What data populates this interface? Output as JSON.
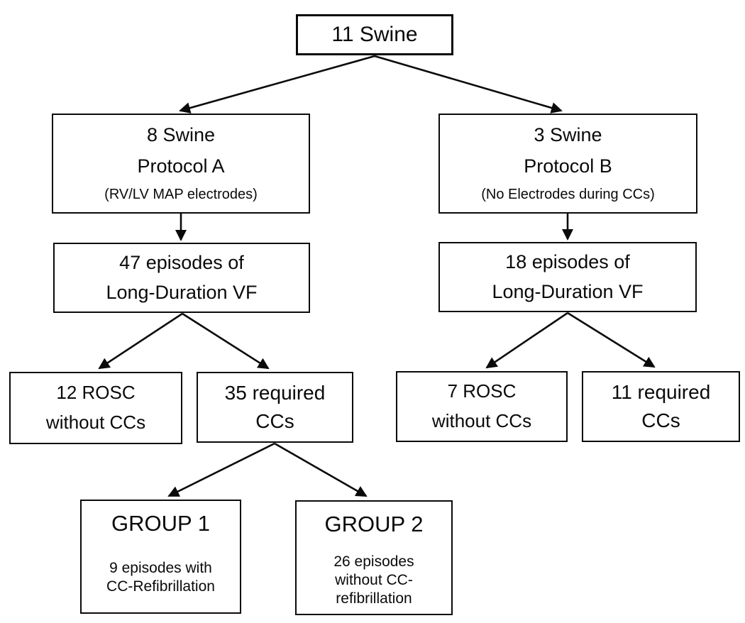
{
  "nodes": {
    "root": {
      "lines": [
        "11 Swine"
      ]
    },
    "protocol_a": {
      "lines": [
        "8 Swine",
        "Protocol A",
        "(RV/LV MAP electrodes)"
      ]
    },
    "protocol_b": {
      "lines": [
        "3 Swine",
        "Protocol B",
        "(No Electrodes during CCs)"
      ]
    },
    "episodes_a": {
      "lines": [
        "47 episodes of",
        "Long-Duration VF"
      ]
    },
    "episodes_b": {
      "lines": [
        "18 episodes of",
        "Long-Duration VF"
      ]
    },
    "rosc_a": {
      "lines": [
        "12 ROSC",
        "without CCs"
      ]
    },
    "required_a": {
      "lines": [
        "35 required",
        "CCs"
      ]
    },
    "rosc_b": {
      "lines": [
        "7 ROSC",
        "without CCs"
      ]
    },
    "required_b": {
      "lines": [
        "11 required",
        "CCs"
      ]
    },
    "group_1": {
      "title": "GROUP 1",
      "sub_lines": [
        "9 episodes with",
        "CC-Refibrillation"
      ]
    },
    "group_2": {
      "title": "GROUP 2",
      "sub_lines": [
        "26 episodes",
        "without CC-",
        "refibrillation"
      ]
    }
  },
  "edges": [
    {
      "from": "root",
      "to": "protocol_a"
    },
    {
      "from": "root",
      "to": "protocol_b"
    },
    {
      "from": "protocol_a",
      "to": "episodes_a"
    },
    {
      "from": "protocol_b",
      "to": "episodes_b"
    },
    {
      "from": "episodes_a",
      "to": "rosc_a"
    },
    {
      "from": "episodes_a",
      "to": "required_a"
    },
    {
      "from": "episodes_b",
      "to": "rosc_b"
    },
    {
      "from": "episodes_b",
      "to": "required_b"
    },
    {
      "from": "required_a",
      "to": "group_1"
    },
    {
      "from": "required_a",
      "to": "group_2"
    }
  ],
  "colors": {
    "line": "#0a0a0a",
    "background": "#ffffff"
  }
}
